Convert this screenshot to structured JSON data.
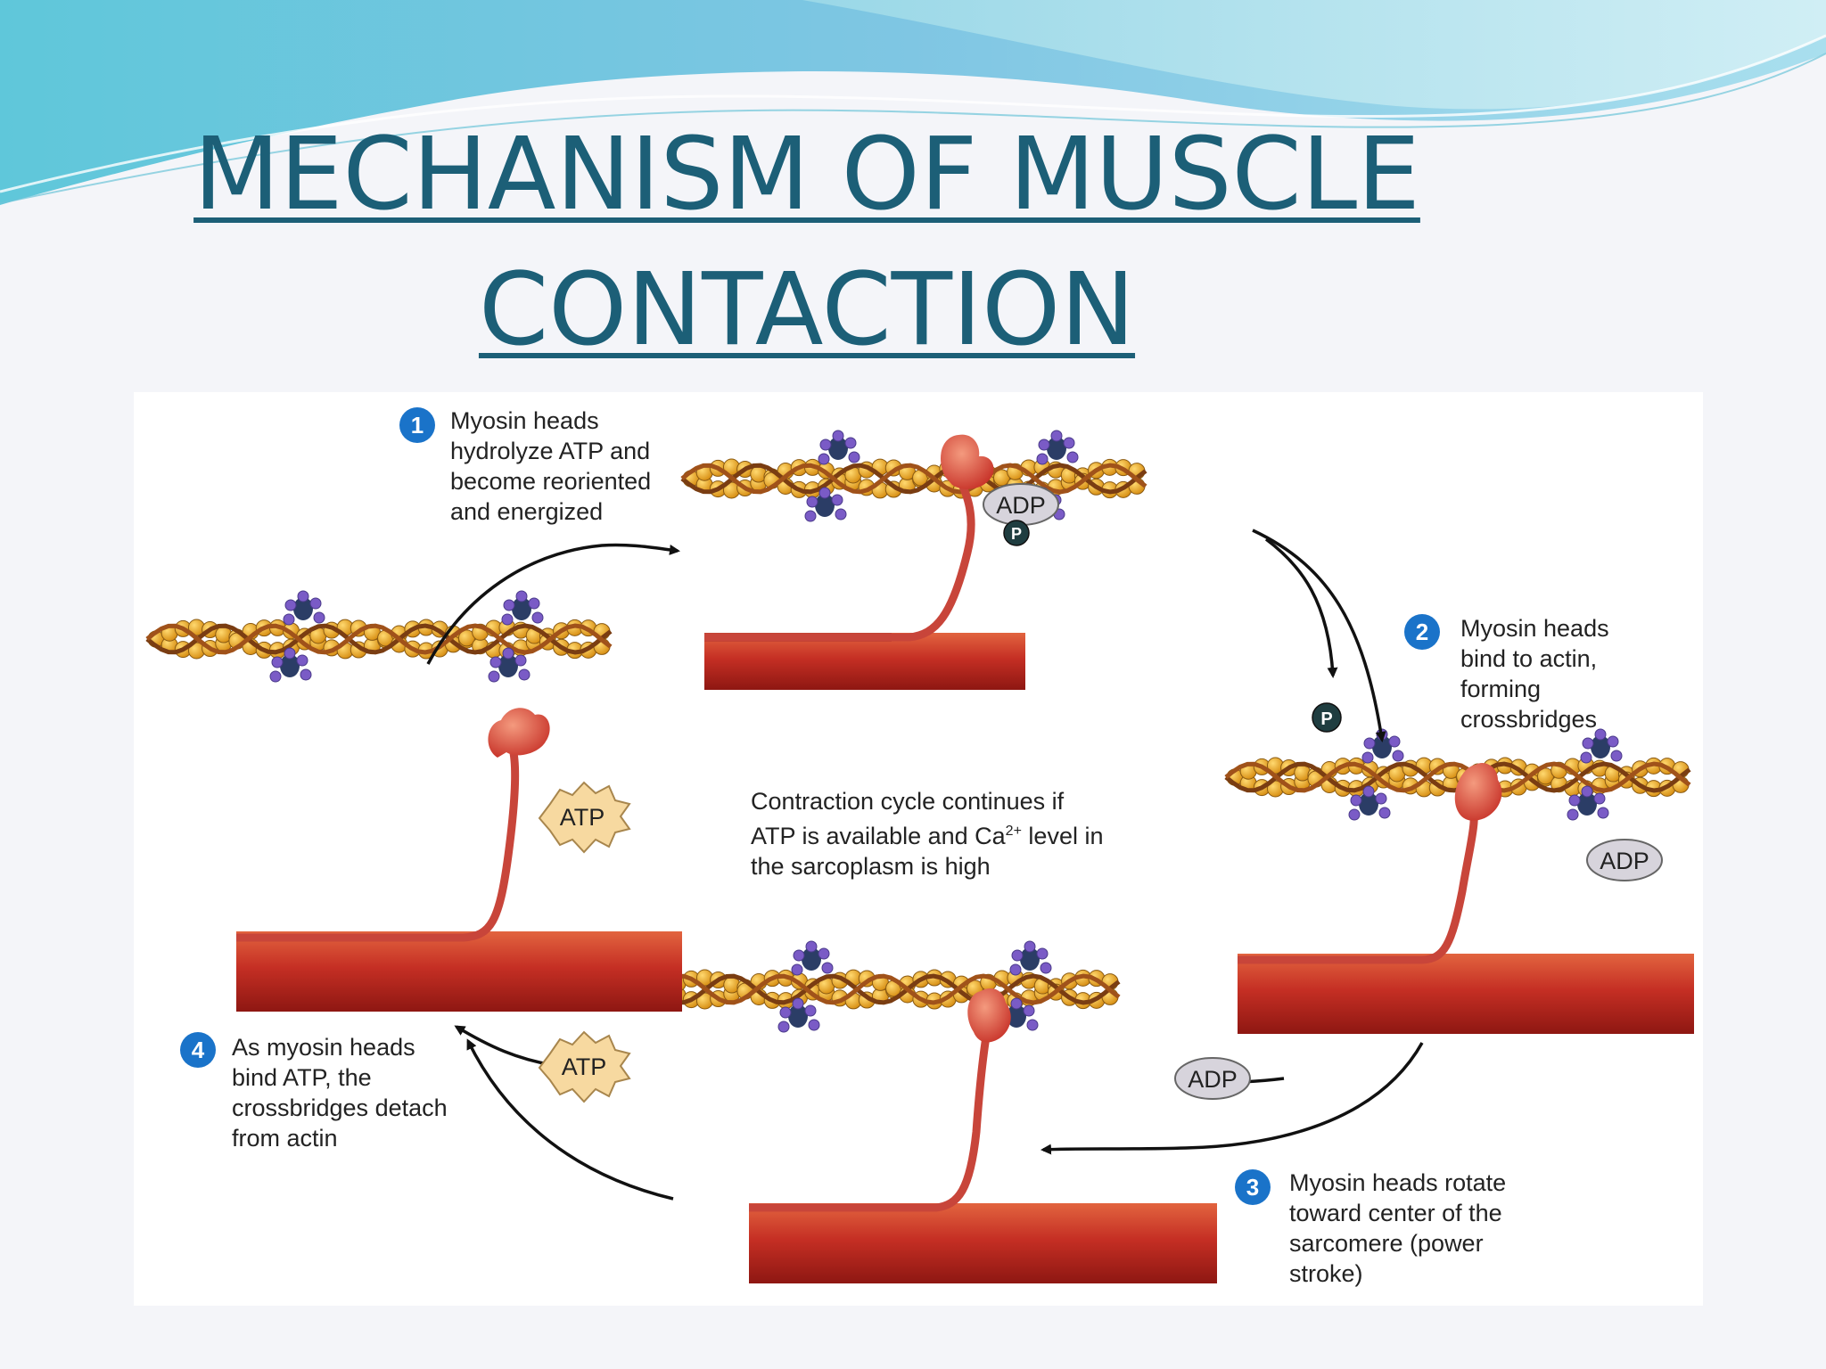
{
  "slide": {
    "title_line1": "MECHANISM OF MUSCLE",
    "title_line2": "CONTACTION"
  },
  "steps": [
    {
      "num": "1",
      "text": [
        "Myosin heads",
        "hydrolyze ATP and",
        "become reoriented",
        "and energized"
      ]
    },
    {
      "num": "2",
      "text": [
        "Myosin heads",
        "bind to actin,",
        "forming",
        "crossbridges"
      ]
    },
    {
      "num": "3",
      "text": [
        "Myosin heads rotate",
        "toward center of the",
        "sarcomere (power",
        "stroke)"
      ]
    },
    {
      "num": "4",
      "text": [
        "As myosin heads",
        "bind ATP, the",
        "crossbridges detach",
        "from actin"
      ]
    }
  ],
  "center_note": {
    "line1": "Contraction cycle continues if",
    "line2_a": "ATP is available and Ca",
    "line2_sup": "2+",
    "line2_b": " level in",
    "line3": "the sarcoplasm is high"
  },
  "molecules": {
    "adp": "ADP",
    "atp": "ATP",
    "phosphate": "P"
  },
  "colors": {
    "title": "#1c5f77",
    "step_circle": "#1a73c9",
    "actin_bead": "#e8a51e",
    "actin_strand": "#7a3d12",
    "troponin_purple": "#7a5bc6",
    "tropomyosin_navy": "#2b3d66",
    "myosin_red": "#c8342a",
    "atp_badge": "#f7d9a0",
    "adp_badge": "#d7d4dc"
  }
}
